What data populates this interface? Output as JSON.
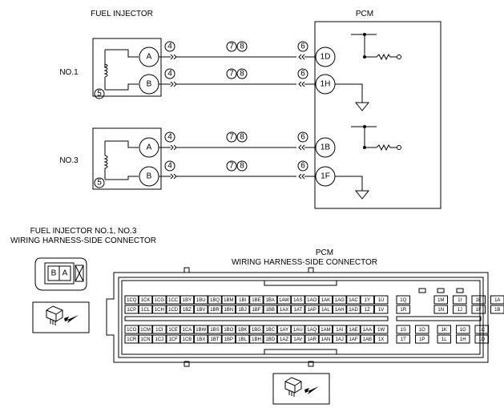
{
  "titles": {
    "fuel_injector": "FUEL INJECTOR",
    "pcm": "PCM"
  },
  "injectors": [
    {
      "label": "NO.1",
      "terminal_a": "A",
      "terminal_b": "B",
      "connector_ref": "5"
    },
    {
      "label": "NO.3",
      "terminal_a": "A",
      "terminal_b": "B",
      "connector_ref": "5"
    }
  ],
  "circuits": [
    {
      "left_ref": "4",
      "mid_refs": [
        "7",
        "8"
      ],
      "right_ref": "6",
      "pcm_terminal": "1D"
    },
    {
      "left_ref": "4",
      "mid_refs": [
        "7",
        "8"
      ],
      "right_ref": "6",
      "pcm_terminal": "1H"
    },
    {
      "left_ref": "4",
      "mid_refs": [
        "7",
        "8"
      ],
      "right_ref": "6",
      "pcm_terminal": "1B"
    },
    {
      "left_ref": "4",
      "mid_refs": [
        "7",
        "8"
      ],
      "right_ref": "6",
      "pcm_terminal": "1F"
    }
  ],
  "injector_connector": {
    "title_line1": "FUEL INJECTOR NO.1, NO.3",
    "title_line2": "WIRING HARNESS-SIDE CONNECTOR",
    "pins": [
      "B",
      "A"
    ]
  },
  "pcm_connector": {
    "title_line1": "PCM",
    "title_line2": "WIRING HARNESS-SIDE CONNECTOR",
    "upper_rows": [
      [
        "1CQ",
        "1CK",
        "1CG",
        "1CC",
        "1BY",
        "1BU",
        "1BQ",
        "1BM",
        "1BI",
        "1BE",
        "1BA",
        "1AW",
        "1AS",
        "1AO",
        "1AK",
        "1AG",
        "1AC",
        "1Y",
        "1U"
      ],
      [
        "1CP",
        "1CL",
        "1CH",
        "1CD",
        "1BZ",
        "1BV",
        "1BR",
        "1BN",
        "1BJ",
        "1BF",
        "1BB",
        "1AX",
        "1AT",
        "1AP",
        "1AL",
        "1AH",
        "1AD",
        "1Z",
        "1V"
      ]
    ],
    "lower_rows": [
      [
        "1CO",
        "1CM",
        "1CI",
        "1CE",
        "1CA",
        "1BW",
        "1BS",
        "1BO",
        "1BK",
        "1BG",
        "1BC",
        "1AY",
        "1AU",
        "1AQ",
        "1AM",
        "1AI",
        "1AE",
        "1AA",
        "1W"
      ],
      [
        "1CR",
        "1CN",
        "1CJ",
        "1CF",
        "1CB",
        "1BX",
        "1BT",
        "1BP",
        "1BL",
        "1BH",
        "1BD",
        "1AZ",
        "1AV",
        "1AR",
        "1AN",
        "1AJ",
        "1AF",
        "1AB",
        "1X"
      ]
    ],
    "right_upper_rows": [
      [
        "1Q",
        "",
        "1M",
        "1I",
        "1E",
        "1A"
      ],
      [
        "1R",
        "",
        "1N",
        "1J",
        "1F",
        "1B"
      ]
    ],
    "right_lower_rows": [
      [
        "1S",
        "1O",
        "1K",
        "1G",
        "1C"
      ],
      [
        "1T",
        "1P",
        "1L",
        "1H",
        "1D"
      ]
    ]
  }
}
